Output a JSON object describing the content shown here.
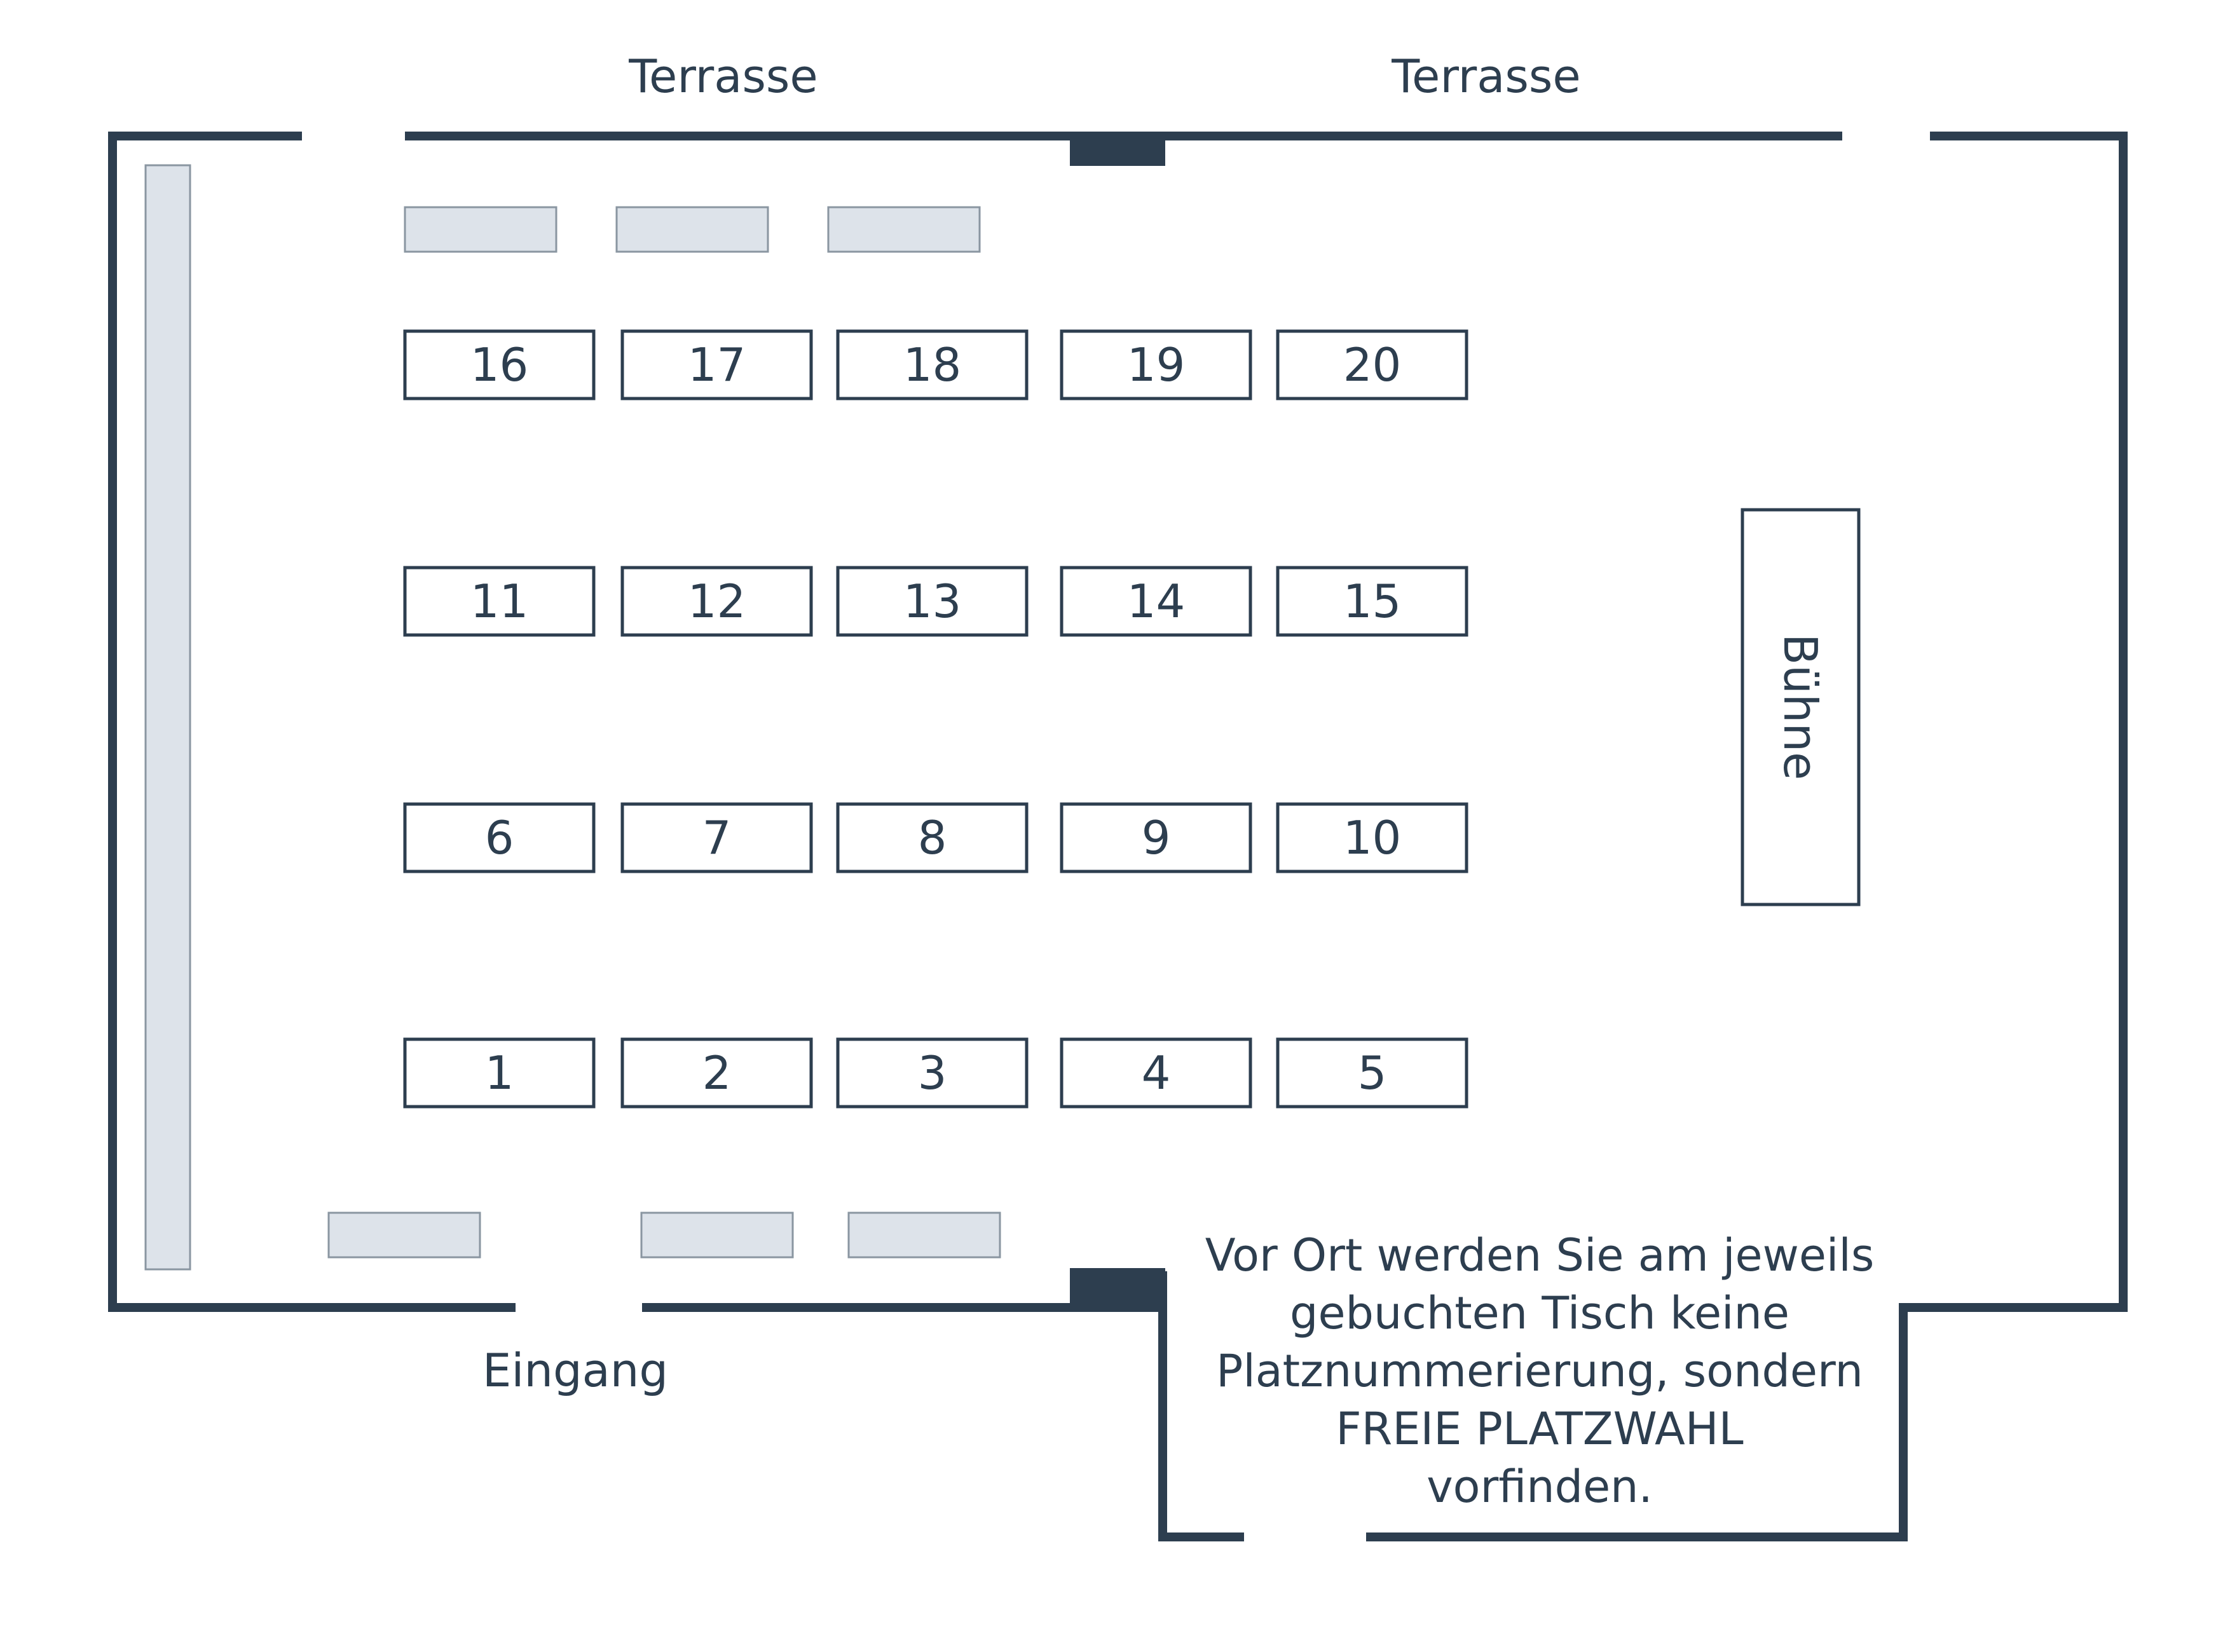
{
  "labels": {
    "terrace_left": "Terrasse",
    "terrace_right": "Terrasse",
    "entrance": "Eingang",
    "stage": "Bühne"
  },
  "note_lines": [
    "Vor Ort werden Sie am jeweils",
    "gebuchten Tisch keine",
    "Platznummerierung, sondern",
    "FREIE PLATZWAHL",
    "vorfinden."
  ],
  "tables": [
    "1",
    "2",
    "3",
    "4",
    "5",
    "6",
    "7",
    "8",
    "9",
    "10",
    "11",
    "12",
    "13",
    "14",
    "15",
    "16",
    "17",
    "18",
    "19",
    "20"
  ],
  "colors": {
    "wall": "#2d3e4f",
    "furniture_fill": "#dde3ea",
    "furniture_stroke": "#8a96a1",
    "text": "#2d3e4f"
  }
}
